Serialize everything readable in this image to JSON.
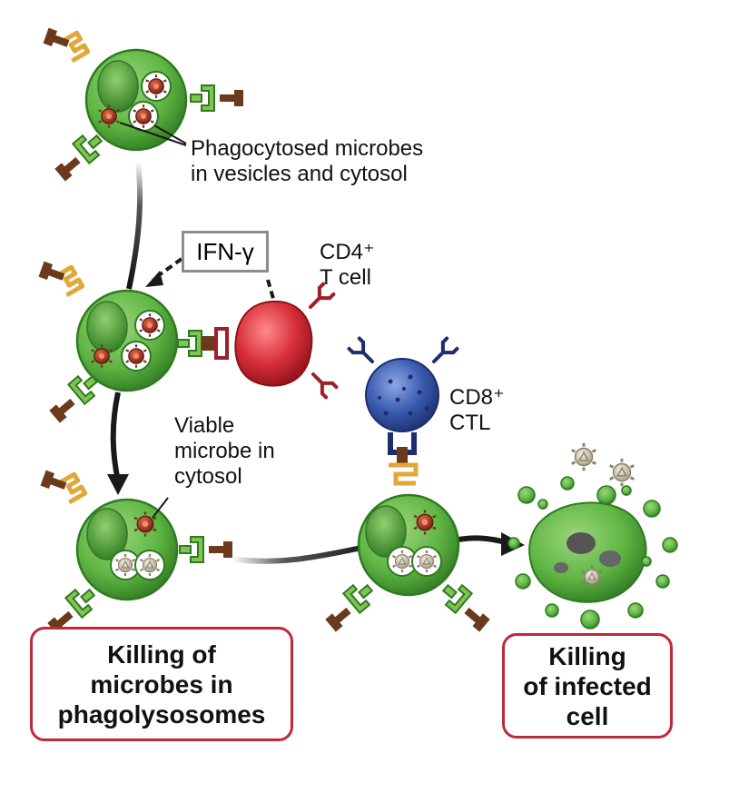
{
  "labels": {
    "phagocytosed": [
      "Phagocytosed microbes",
      "in vesicles and cytosol"
    ],
    "ifn": "IFN-γ",
    "cd4": [
      "CD4⁺",
      "T cell"
    ],
    "cd8": [
      "CD8⁺",
      "CTL"
    ],
    "viable": [
      "Viable",
      "microbe in",
      "cytosol"
    ]
  },
  "outcomes": {
    "phagolysosome": [
      "Killing of",
      "microbes in",
      "phagolysosomes"
    ],
    "infected_cell": [
      "Killing",
      "of infected",
      "cell"
    ]
  },
  "colors": {
    "macrophage": "#5fb543",
    "macrophage_dark": "#2f7a22",
    "t_helper": "#d8303a",
    "ctl": "#3a5bb0",
    "microbe": "#a5322a",
    "killed_microbe": "#d8cdb8",
    "box_border": "#c0293b",
    "receptor_tan": "#e0a838",
    "receptor_brown": "#6b3a1a"
  }
}
